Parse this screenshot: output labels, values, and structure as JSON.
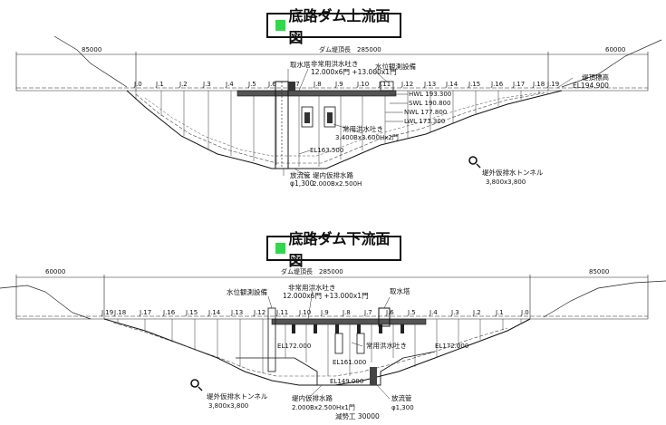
{
  "upstream": {
    "title": "底路ダム上流面図",
    "crest_length_label": "ダム堤頂長　285000",
    "left_dim": "85000",
    "right_dim": "60000",
    "joints": [
      "J.0",
      "J.1",
      "J.2",
      "J.3",
      "J.4",
      "J.5",
      "J.6",
      "J.7",
      "J.8",
      "J.9",
      "J.10",
      "J.11",
      "J.12",
      "J.13",
      "J.14",
      "J.15",
      "J.16",
      "J.17",
      "J.18",
      "J.19"
    ],
    "intake_label": "取水塔",
    "spillway_label": "非常用洪水吐き",
    "spillway_spec": "12.000x6門 +13.000x1門",
    "gauge_label": "水位観測設備",
    "crest_elev_label": "堤頂標高",
    "crest_elev": "EL194.900",
    "hwl": "HWL 193.300",
    "swl": "SWL 190.800",
    "nwl": "NWL 177.800",
    "lwl": "LWL 173.300",
    "normal_spill_label": "常用洪水吐き",
    "normal_spill_spec": "3.400Bx3.600Hx2門",
    "base_elev": "EL163.500",
    "outlet_label": "放流管",
    "outlet_spec": "φ1,300",
    "inner_drain_label": "堤内仮排水路",
    "inner_drain_spec": "2.000Bx2.500H",
    "tunnel_label": "堤外仮排水トンネル",
    "tunnel_spec": "3,800x3,800"
  },
  "downstream": {
    "title": "底路ダム下流面図",
    "crest_length_label": "ダム堤頂長　285000",
    "left_dim": "60000",
    "right_dim": "85000",
    "joints": [
      "J.19",
      "J.18",
      "J.17",
      "J.16",
      "J.15",
      "J.14",
      "J.13",
      "J.12",
      "J.11",
      "J.10",
      "J.9",
      "J.8",
      "J.7",
      "J.6",
      "J.5",
      "J.4",
      "J.3",
      "J.2",
      "J.1",
      "J.0"
    ],
    "gauge_label": "水位観測設備",
    "spillway_label": "非常用洪水吐き",
    "spillway_spec": "12.000x6門 +13.000x1門",
    "intake_label": "取水塔",
    "el_left": "EL172.000",
    "el_right": "EL172.000",
    "normal_spill_label": "常用洪水吐き",
    "el_mid": "EL161.000",
    "el_low": "EL149.000",
    "tunnel_label": "堤外仮排水トンネル",
    "tunnel_spec": "3,800x3,800",
    "inner_drain_label": "堤内仮排水路",
    "inner_drain_spec": "2.000Bx2.500Hx1門",
    "outlet_label": "放流管",
    "outlet_spec": "φ1,300",
    "basin_label": "減勢工 30000"
  }
}
